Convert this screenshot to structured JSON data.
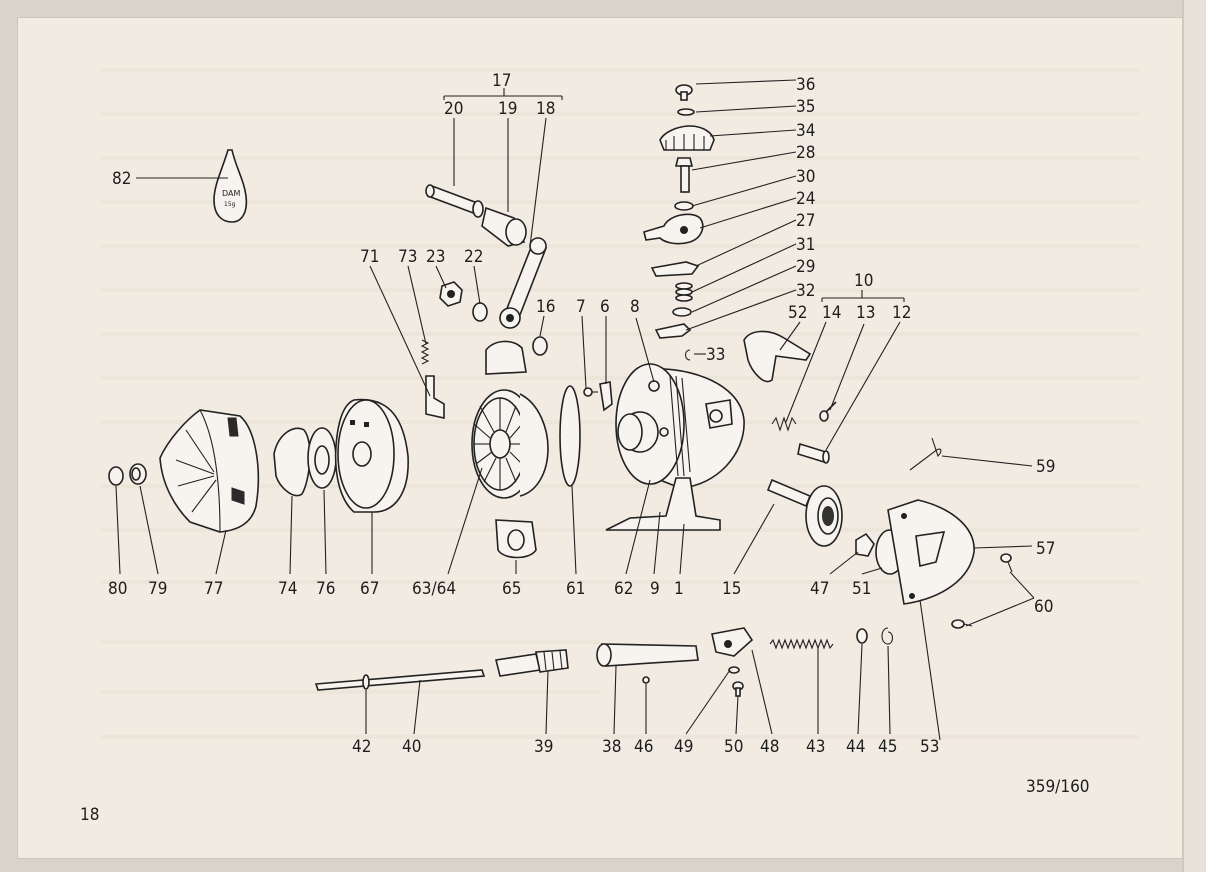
{
  "page": {
    "page_number": "18",
    "figure_ref": "359/160"
  },
  "callouts": {
    "c1": "1",
    "c6": "6",
    "c7": "7",
    "c8": "8",
    "c9": "9",
    "c10": "10",
    "c12": "12",
    "c13": "13",
    "c14": "14",
    "c15": "15",
    "c16": "16",
    "c17": "17",
    "c18": "18",
    "c19": "19",
    "c20": "20",
    "c22": "22",
    "c23": "23",
    "c24": "24",
    "c27": "27",
    "c28": "28",
    "c29": "29",
    "c30": "30",
    "c31": "31",
    "c32": "32",
    "c33": "33",
    "c34": "34",
    "c35": "35",
    "c36": "36",
    "c38": "38",
    "c39": "39",
    "c40": "40",
    "c42": "42",
    "c43": "43",
    "c44": "44",
    "c45": "45",
    "c46": "46",
    "c47": "47",
    "c48": "48",
    "c49": "49",
    "c50": "50",
    "c51": "51",
    "c52": "52",
    "c53": "53",
    "c57": "57",
    "c59": "59",
    "c60": "60",
    "c61": "61",
    "c62": "62",
    "c63_64": "63/64",
    "c65": "65",
    "c67": "67",
    "c71": "71",
    "c73": "73",
    "c74": "74",
    "c76": "76",
    "c77": "77",
    "c79": "79",
    "c80": "80",
    "c82": "82"
  },
  "weight_marking": {
    "brand": "DAM",
    "weight": "15g"
  }
}
